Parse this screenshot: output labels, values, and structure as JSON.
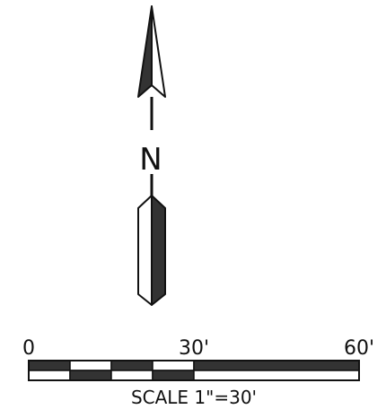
{
  "north_arrow": {
    "letter": "N"
  },
  "scale_bar": {
    "tick_labels": [
      "0",
      "30'",
      "60'"
    ],
    "caption": "SCALE 1\"=30'"
  },
  "colors": {
    "ink": "#111111",
    "paper": "#ffffff",
    "fill_dark": "#333333"
  }
}
